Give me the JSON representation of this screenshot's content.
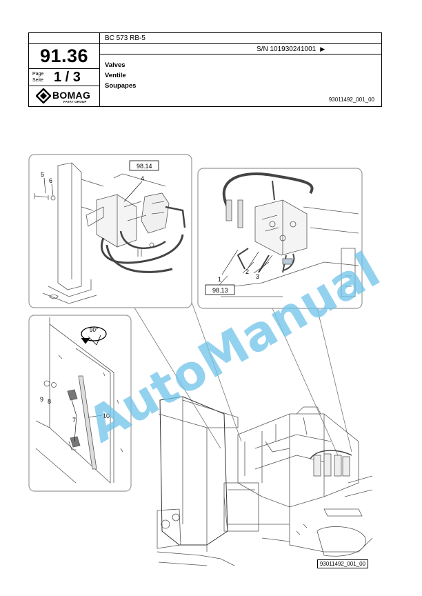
{
  "header": {
    "model": "BC 573 RB-5",
    "serial": "S/N 101930241001",
    "chapter": "91.36",
    "page_label_line1": "Page",
    "page_label_line2": "Seite",
    "page_number": "1 / 3",
    "title_en": "Valves",
    "title_de": "Ventile",
    "title_fr": "Soupapes",
    "doc_ref": "93011492_001_00",
    "logo_text": "BOMAG",
    "logo_sub": "FAYAT GROUP"
  },
  "figure": {
    "ref_box_1": "98.14",
    "ref_box_2": "98.13",
    "angle_label": "90°",
    "callouts": {
      "c1": "1",
      "c2": "2",
      "c3": "3",
      "c4": "4",
      "c5": "5",
      "c6": "6",
      "c7": "7",
      "c8": "8",
      "c9": "9",
      "c10": "10"
    },
    "figure_id": "93011492_001_00"
  },
  "watermark": "AutoManual"
}
